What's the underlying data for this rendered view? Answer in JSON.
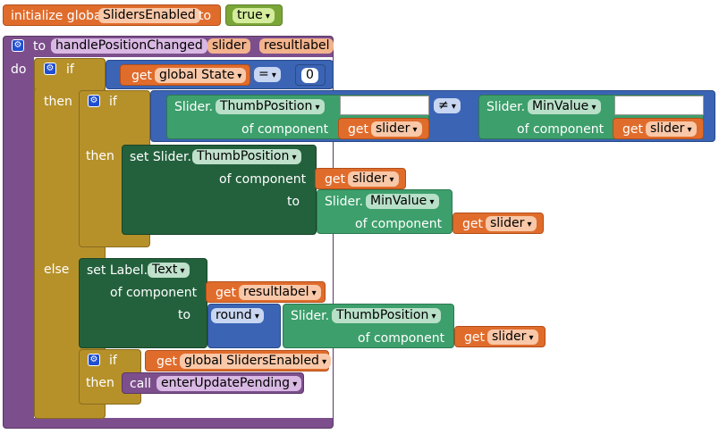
{
  "init": {
    "prefix": "initialize global",
    "name": "SlidersEnabled",
    "to": "to",
    "value": "true"
  },
  "proc": {
    "to": "to",
    "name": "handlePositionChanged",
    "param1": "slider",
    "param2": "resultlabel",
    "do": "do"
  },
  "if1": {
    "if": "if",
    "get": "get",
    "var": "global State",
    "op": "=",
    "num": "0",
    "then": "then",
    "else": "else"
  },
  "if2": {
    "if": "if",
    "then": "then"
  },
  "cmp": {
    "op": "≠",
    "left": {
      "comp": "Slider.",
      "prop": "ThumbPosition",
      "of": "of component",
      "get": "get",
      "var": "slider"
    },
    "right": {
      "comp": "Slider.",
      "prop": "MinValue",
      "of": "of component",
      "get": "get",
      "var": "slider"
    }
  },
  "set1": {
    "label": "set Slider.",
    "prop": "ThumbPosition",
    "of": "of component",
    "get": "get",
    "var": "slider",
    "to": "to",
    "value": {
      "comp": "Slider.",
      "prop": "MinValue",
      "of": "of component",
      "get": "get",
      "var": "slider"
    }
  },
  "set2": {
    "label": "set Label.",
    "prop": "Text",
    "of": "of component",
    "get": "get",
    "var": "resultlabel",
    "to": "to",
    "round": "round",
    "value": {
      "comp": "Slider.",
      "prop": "ThumbPosition",
      "of": "of component",
      "get": "get",
      "var": "slider"
    }
  },
  "if3": {
    "if": "if",
    "get": "get",
    "var": "global SlidersEnabled",
    "then": "then",
    "call": "call",
    "callName": "enterUpdatePending"
  },
  "colors": {
    "procedure": "#7c4f8c",
    "control": "#b6912a",
    "math": "#3b64b4",
    "variable": "#e06c2c",
    "component": "#3d9f6c",
    "setter": "#23613d",
    "logic": "#7aa637"
  }
}
